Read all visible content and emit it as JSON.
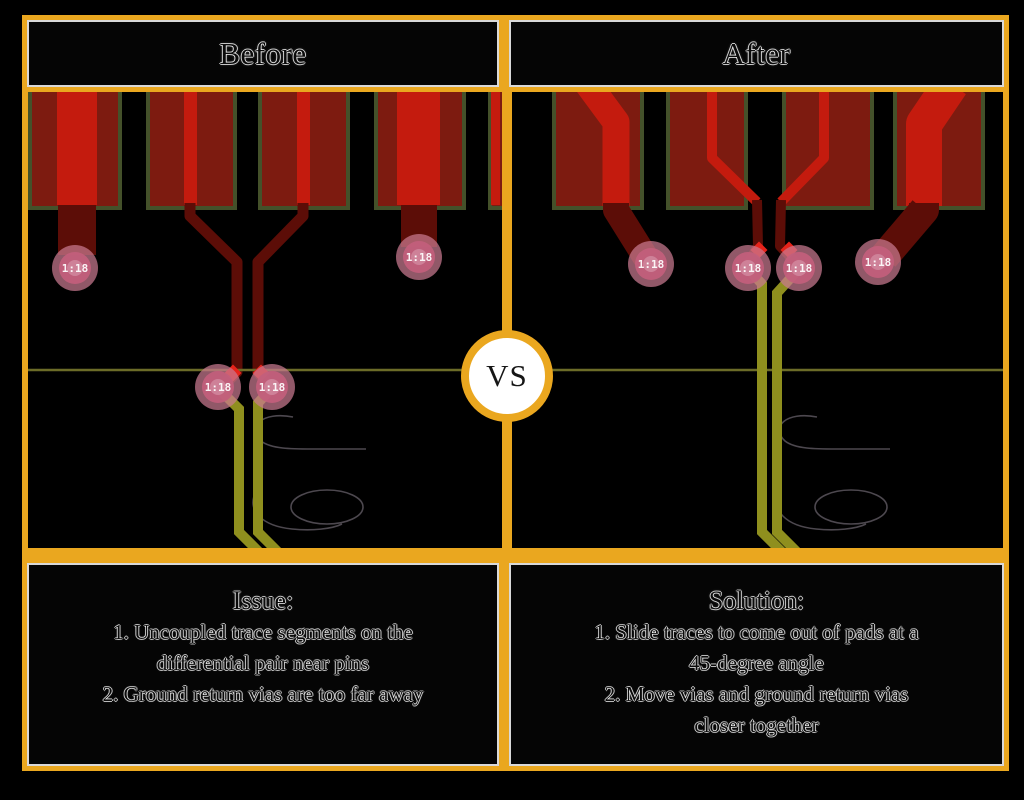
{
  "header": {
    "before": "Before",
    "after": "After"
  },
  "vs": {
    "label": "VS"
  },
  "pcb": {
    "via_label": "1:18"
  },
  "issue": {
    "title": "Issue:",
    "lines": [
      "1. Uncoupled trace segments on the",
      "differential pair near pins",
      "2. Ground return vias are too far away"
    ]
  },
  "solution": {
    "title": "Solution:",
    "lines": [
      "1. Slide traces to come out of pads at a",
      "45-degree angle",
      "2. Move vias and ground return vias",
      "closer together"
    ]
  },
  "colors": {
    "accent_gold": "#EAA71F",
    "pad_red": "#7D1B10",
    "trace_bright_red": "#C41B0E",
    "trace_dark_red": "#5C0D07",
    "trace_bottom_layer_yellow": "#8F8F1E",
    "via_pink": "#C97A90",
    "pad_outline_green": "#44512A",
    "silkscreen_gray": "#8D8490"
  }
}
